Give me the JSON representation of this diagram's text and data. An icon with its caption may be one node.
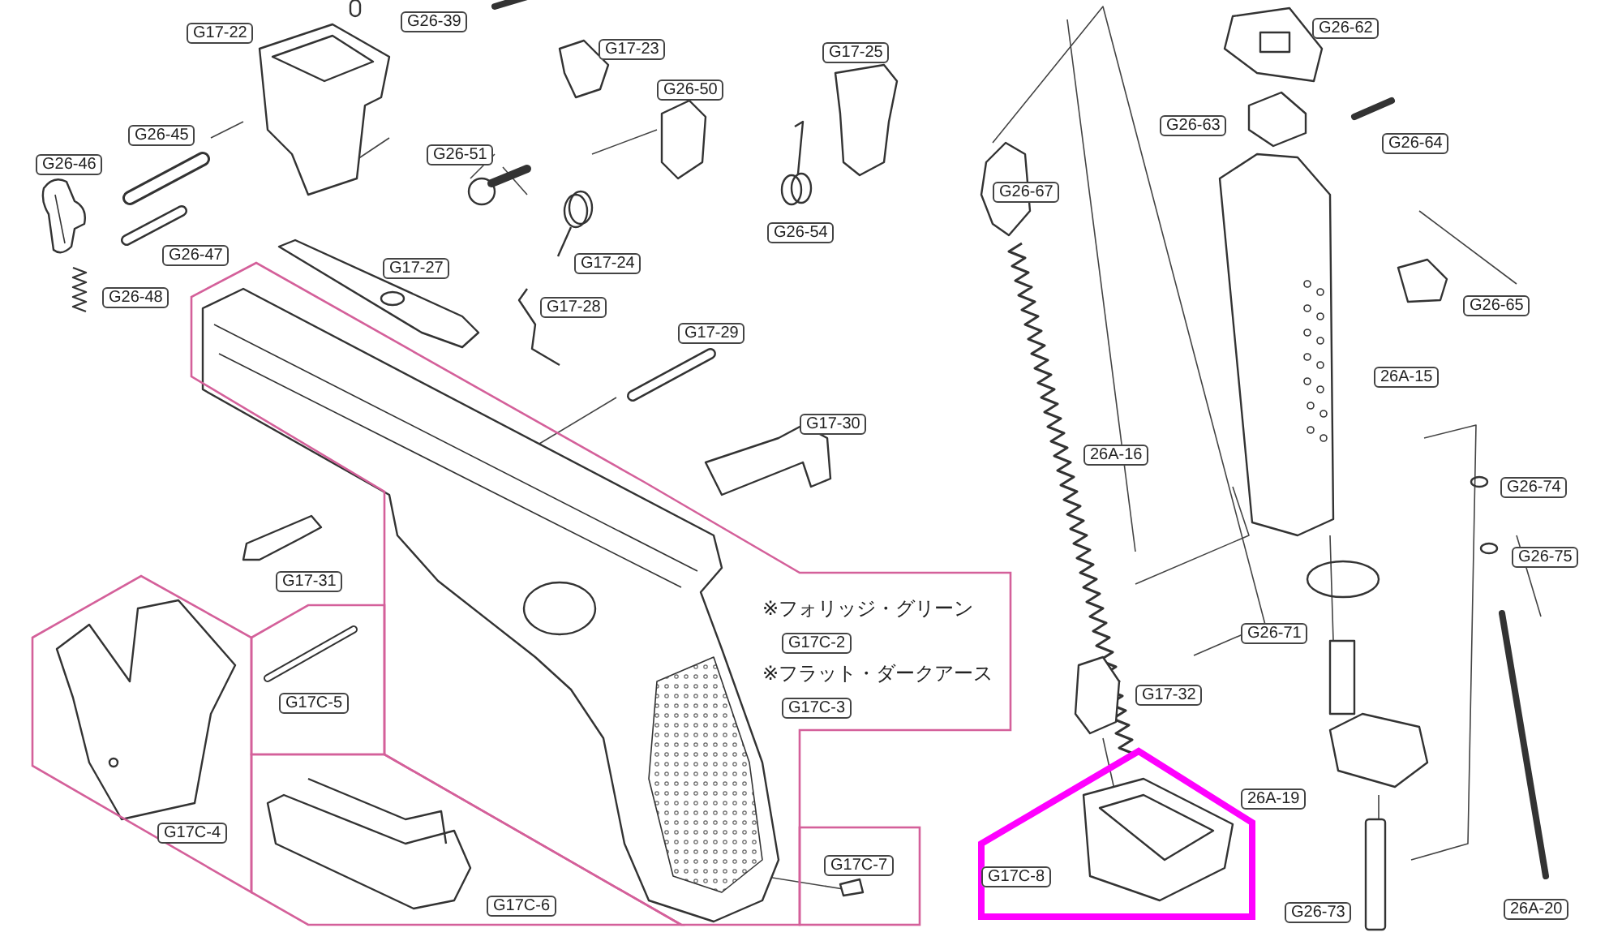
{
  "diagram": {
    "nodes": [
      {
        "text": [
          "G17-22"
        ]
      },
      {
        "text": [
          "G26-39"
        ]
      },
      {
        "text": [
          "G26-45"
        ]
      },
      {
        "text": [
          "G26-46"
        ]
      },
      {
        "text": [
          "G26-51"
        ]
      },
      {
        "text": [
          "G26-47"
        ]
      },
      {
        "text": [
          "G26-48"
        ]
      },
      {
        "text": [
          "G17-27"
        ]
      },
      {
        "text": [
          "G17-23"
        ]
      },
      {
        "text": [
          "G26-50"
        ]
      },
      {
        "text": [
          "G17-25"
        ]
      },
      {
        "text": [
          "G26-54"
        ]
      },
      {
        "text": [
          "G17-24"
        ]
      },
      {
        "text": [
          "G17-28"
        ]
      },
      {
        "text": [
          "G17-29"
        ]
      },
      {
        "text": [
          "G17-30"
        ]
      },
      {
        "text": [
          "G17-31"
        ]
      },
      {
        "text": [
          "G26-62"
        ]
      },
      {
        "text": [
          "G26-63"
        ]
      },
      {
        "text": [
          "G26-64"
        ]
      },
      {
        "text": [
          "G26-67"
        ]
      },
      {
        "text": [
          "G26-65"
        ]
      },
      {
        "text": [
          "26A-15"
        ]
      },
      {
        "text": [
          "26A-16"
        ]
      },
      {
        "text": [
          "G26-74"
        ]
      },
      {
        "text": [
          "G26-75"
        ]
      },
      {
        "text": [
          "G26-71"
        ]
      },
      {
        "text": [
          "G17-32"
        ]
      },
      {
        "text": [
          "26A-19"
        ]
      },
      {
        "text": [
          "G26-73"
        ]
      },
      {
        "text": [
          "26A-20"
        ]
      },
      {
        "text": [
          "※フォリッジ・グリーン",
          "※フラット・ダークアース"
        ]
      },
      {
        "text": [
          "G17C-2"
        ],
        "in": 31
      },
      {
        "text": [
          "G17C-3"
        ],
        "in": 31
      },
      {
        "text": [],
        "shape": "polygon"
      },
      {
        "text": [
          "G17C-5"
        ],
        "in": 34
      },
      {
        "text": [],
        "shape": "polygon"
      },
      {
        "text": [
          "G17C-4"
        ],
        "in": 36
      },
      {
        "text": [],
        "shape": "polygon"
      },
      {
        "text": [
          "G17C-6"
        ],
        "in": 38
      },
      {
        "text": [],
        "shape": "box"
      },
      {
        "text": [
          "G17C-7"
        ],
        "in": 40
      },
      {
        "text": [],
        "shape": "polygon"
      },
      {
        "text": [
          "G17C-8"
        ],
        "in": 42
      }
    ]
  }
}
